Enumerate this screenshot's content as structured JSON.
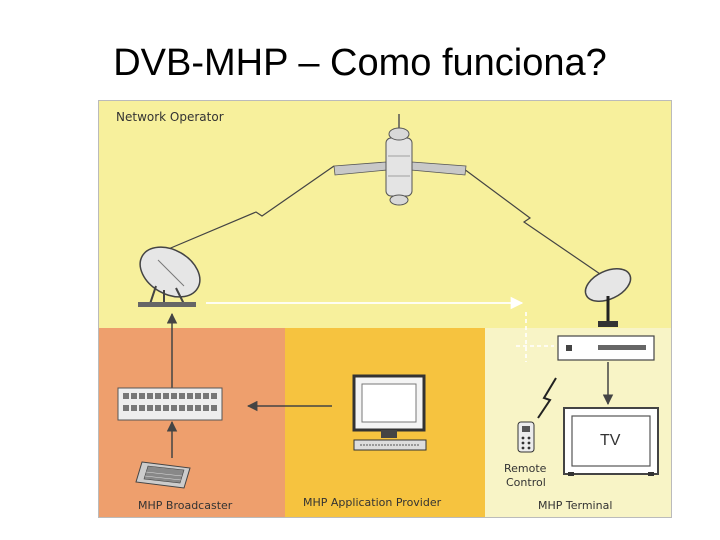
{
  "slide": {
    "title": "DVB-MHP – Como funciona?"
  },
  "diagram": {
    "regions": {
      "network_operator": {
        "label": "Network Operator",
        "color": "#f7f09c"
      },
      "broadcaster": {
        "label": "MHP Broadcaster",
        "color": "#ee9f6d"
      },
      "app_provider": {
        "label": "MHP Application Provider",
        "color": "#f6c33f"
      },
      "terminal": {
        "label": "MHP Terminal",
        "color": "#f8f4c6"
      }
    },
    "remote_label": {
      "line1": "Remote",
      "line2": "Control"
    },
    "tv_label": "TV"
  }
}
